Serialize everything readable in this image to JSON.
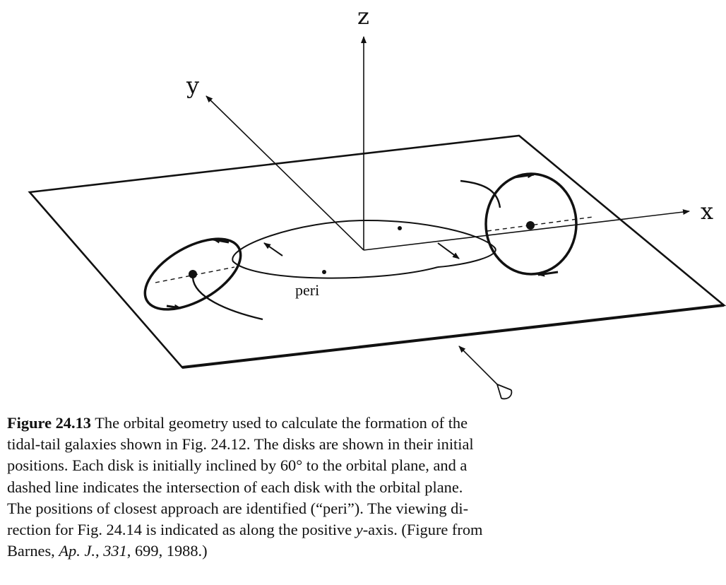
{
  "figure": {
    "axis_labels": {
      "x": "x",
      "y": "y",
      "z": "z"
    },
    "peri_label": "peri"
  },
  "caption": {
    "label": "Figure 24.13",
    "line1": " The orbital geometry used to calculate the formation of the",
    "line2": "tidal-tail galaxies shown in Fig. 24.12. The disks are shown in their initial",
    "line3": "positions. Each disk is initially inclined by 60° to the orbital plane, and a",
    "line4": "dashed line indicates the intersection of each disk with the orbital plane.",
    "line5": "The positions of closest approach are identified (“peri”). The viewing di-",
    "line6_a": "rection for Fig. 24.14 is indicated as along the positive ",
    "line6_var": "y",
    "line6_b": "-axis. (Figure from",
    "line7_a": "Barnes, ",
    "line7_journal": "Ap. J.",
    "line7_b": ", ",
    "line7_volume": "331",
    "line7_c": ", 699, 1988.)"
  }
}
